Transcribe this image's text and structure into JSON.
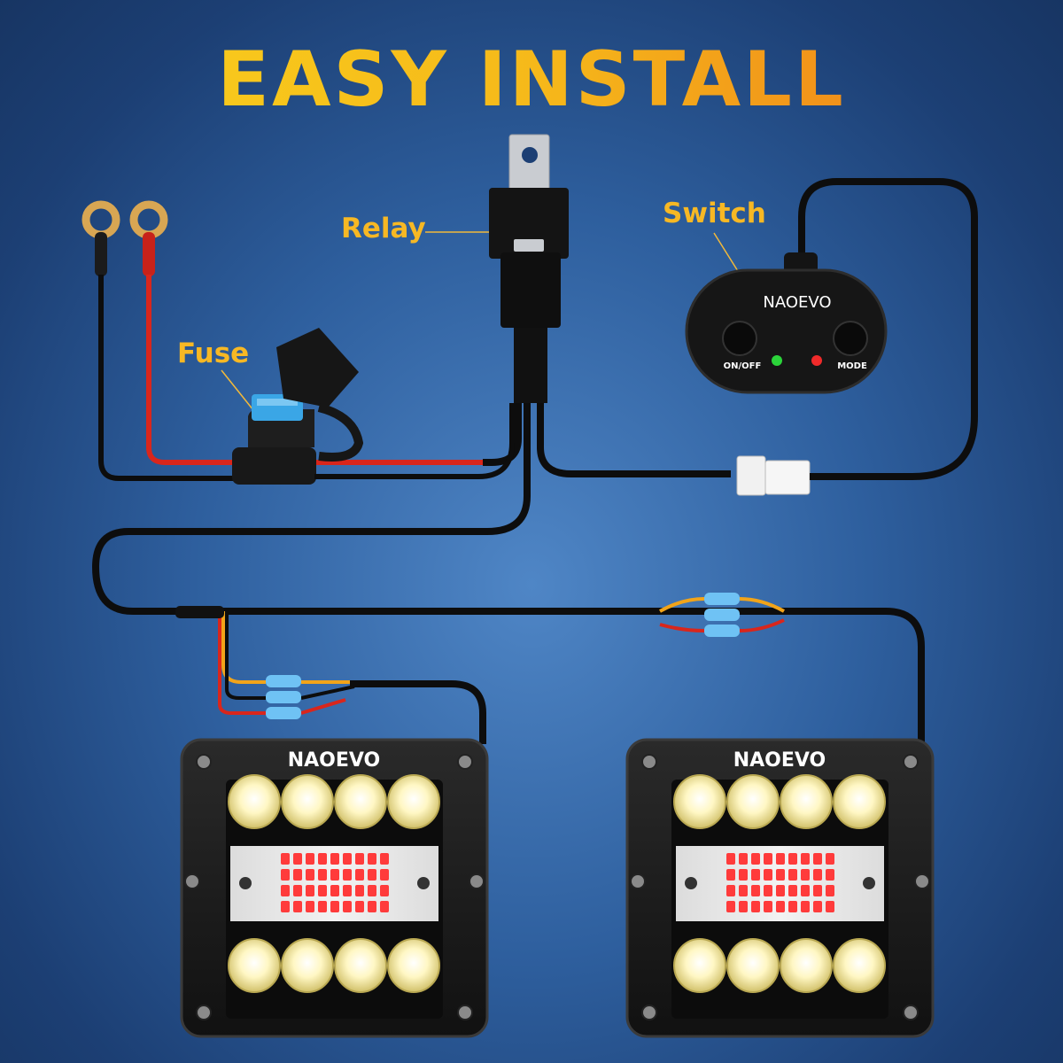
{
  "title": "EASY INSTALL",
  "labels": {
    "relay": "Relay",
    "switch": "Switch",
    "fuse": "Fuse"
  },
  "switch_panel": {
    "brand": "NAOEVO",
    "left_button": "ON/OFF",
    "right_button": "MODE"
  },
  "lights": [
    {
      "brand": "NAOEVO"
    },
    {
      "brand": "NAOEVO"
    }
  ],
  "colors": {
    "title_start": "#f9d21d",
    "title_end": "#ef7d1a",
    "label": "#f7b824",
    "wire_red": "#d9261c",
    "wire_yellow": "#f2a419",
    "wire_black": "#0d0d0d",
    "fuse_blue": "#3aa6e6",
    "led_white": "#fff7b8",
    "led_red": "#ff3b3b"
  },
  "icons": [
    "ring-terminal-icon",
    "relay-icon",
    "fuse-holder-icon",
    "switch-panel-icon",
    "connector-icon",
    "led-pod-light-icon"
  ]
}
